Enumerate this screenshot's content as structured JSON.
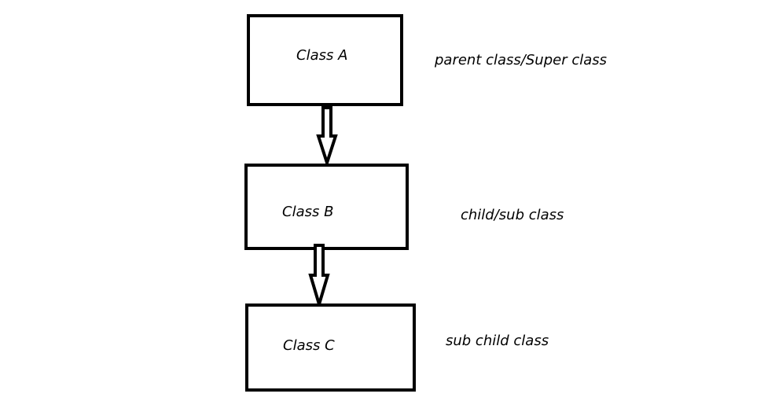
{
  "nodes": [
    {
      "id": "a",
      "label": "Class A",
      "role": "parent class/Super class"
    },
    {
      "id": "b",
      "label": "Class B",
      "role": "child/sub class"
    },
    {
      "id": "c",
      "label": "Class C",
      "role": "sub child class"
    }
  ],
  "edges": [
    {
      "from": "a",
      "to": "b"
    },
    {
      "from": "b",
      "to": "c"
    }
  ]
}
